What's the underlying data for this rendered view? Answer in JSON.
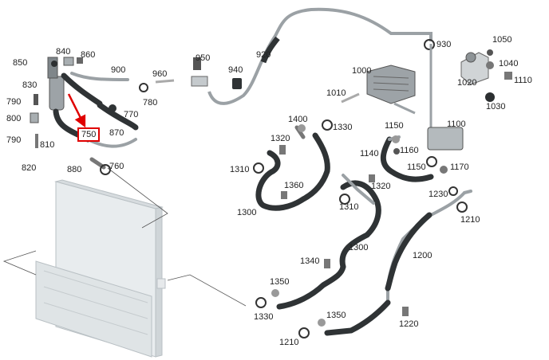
{
  "diagram": {
    "highlight_color": "#e00000",
    "highlighted_part": "750",
    "labels": {
      "p850": "850",
      "p840": "840",
      "p860": "860",
      "p900": "900",
      "p960": "960",
      "p950": "950",
      "p940": "940",
      "p920": "920",
      "p930": "930",
      "p1050": "1050",
      "p1040": "1040",
      "p1020": "1020",
      "p1110": "1110",
      "p1030": "1030",
      "p830": "830",
      "p790a": "790",
      "p800": "800",
      "p790b": "790",
      "p810": "810",
      "p820": "820",
      "p750": "750",
      "p870": "870",
      "p770": "770",
      "p780": "780",
      "p880": "880",
      "p760": "760",
      "p1000": "1000",
      "p1010": "1010",
      "p1400": "1400",
      "p1330a": "1330",
      "p1320a": "1320",
      "p1310a": "1310",
      "p1360": "1360",
      "p1300a": "1300",
      "p1150a": "1150",
      "p1100": "1100",
      "p1140": "1140",
      "p1160": "1160",
      "p1150b": "1150",
      "p1170": "1170",
      "p1320b": "1320",
      "p1310b": "1310",
      "p1230": "1230",
      "p1210a": "1210",
      "p1300b": "1300",
      "p1200": "1200",
      "p1340": "1340",
      "p1350a": "1350",
      "p1330b": "1330",
      "p1350b": "1350",
      "p1210b": "1210",
      "p1220": "1220"
    }
  }
}
